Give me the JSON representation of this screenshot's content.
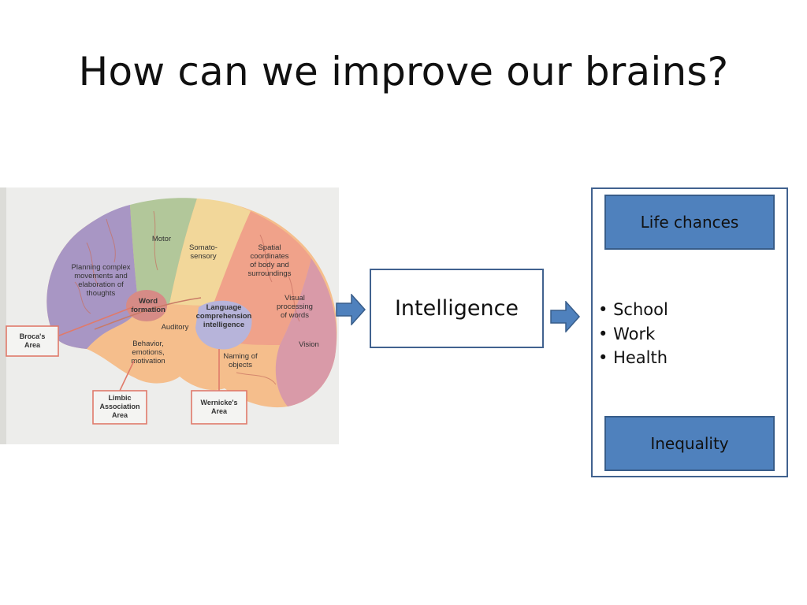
{
  "slide": {
    "title": "How can we improve our brains?"
  },
  "brain": {
    "labels": {
      "motor": "Motor",
      "somato_1": "Somato-",
      "somato_2": "sensory",
      "spatial_1": "Spatial",
      "spatial_2": "coordinates",
      "spatial_3": "of body and",
      "spatial_4": "surroundings",
      "planning_1": "Planning complex",
      "planning_2": "movements and",
      "planning_3": "elaboration of",
      "planning_4": "thoughts",
      "word_1": "Word",
      "word_2": "formation",
      "language_1": "Language",
      "language_2": "comprehension",
      "language_3": "intelligence",
      "visual_1": "Visual",
      "visual_2": "processing",
      "visual_3": "of words",
      "auditory": "Auditory",
      "vision": "Vision",
      "behavior_1": "Behavior,",
      "behavior_2": "emotions,",
      "behavior_3": "motivation",
      "naming_1": "Naming of",
      "naming_2": "objects"
    },
    "callouts": {
      "broca_1": "Broca's",
      "broca_2": "Area",
      "limbic_1": "Limbic",
      "limbic_2": "Association",
      "limbic_3": "Area",
      "wernicke_1": "Wernicke's",
      "wernicke_2": "Area"
    },
    "colors": {
      "purple": "#a896c4",
      "green": "#b2c79a",
      "yellow": "#f2d79a",
      "salmon": "#f0a28a",
      "orange": "#f5be8c",
      "pink": "#d99aa8",
      "lavender": "#b7b4da",
      "callout": "#e07a6a"
    }
  },
  "flow": {
    "intelligence_label": "Intelligence",
    "arrow_color": "#4f81bd"
  },
  "outcomes": {
    "top_box": "Life chances",
    "items": [
      "School",
      "Work",
      "Health"
    ],
    "bottom_box": "Inequality"
  }
}
